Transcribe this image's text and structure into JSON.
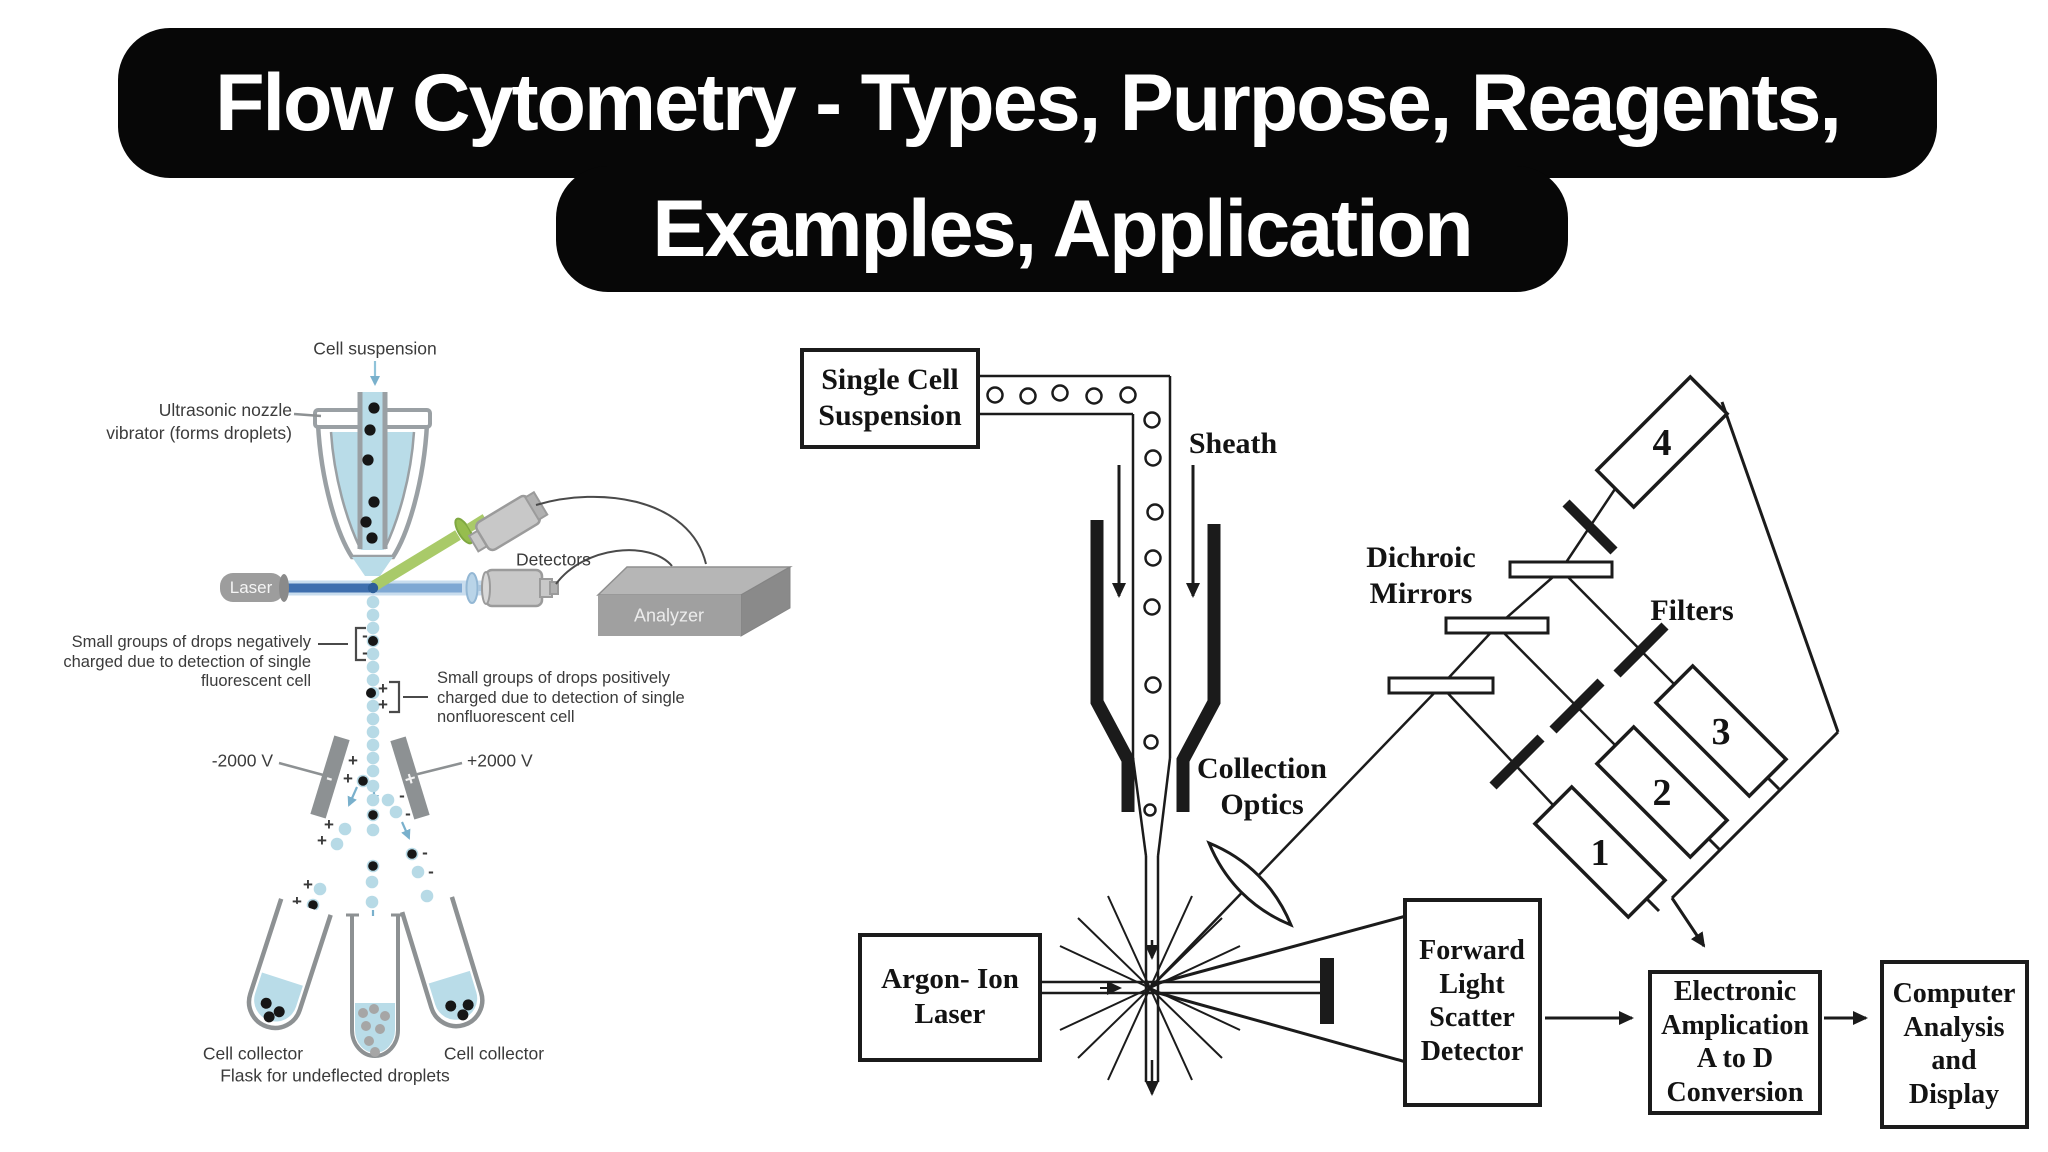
{
  "title": {
    "line1": "Flow Cytometry - Types, Purpose, Reagents,",
    "line2": "Examples, Application"
  },
  "left_diagram": {
    "labels": {
      "cell_suspension": "Cell suspension",
      "ultrasonic_line1": "Ultrasonic nozzle",
      "ultrasonic_line2": "vibrator (forms droplets)",
      "laser": "Laser",
      "detectors": "Detectors",
      "analyzer": "Analyzer",
      "negative_line1": "Small groups of drops negatively",
      "negative_line2": "charged due to detection of single",
      "negative_line3": "fluorescent cell",
      "positive_line1": "Small groups of drops positively",
      "positive_line2": "charged due to detection of single",
      "positive_line3": "nonfluorescent cell",
      "neg_voltage": "-2000 V",
      "pos_voltage": "+2000 V",
      "cell_collector_left": "Cell collector",
      "cell_collector_right": "Cell collector",
      "flask": "Flask for undeflected droplets",
      "plus": "+",
      "minus": "-"
    },
    "colors": {
      "droplet_blue": "#b7dae6",
      "laser_blue": "#3f6fae",
      "light_beam_blue": "#7fa8d3",
      "green_beam": "#a9ca69",
      "device_gray": "#9d9d9d",
      "text_gray": "#3b3b3b"
    }
  },
  "right_diagram": {
    "labels": {
      "single_cell_line1": "Single Cell",
      "single_cell_line2": "Suspension",
      "sheath": "Sheath",
      "dichroic_line1": "Dichroic",
      "dichroic_line2": "Mirrors",
      "filters": "Filters",
      "collection_line1": "Collection",
      "collection_line2": "Optics",
      "argon_line1": "Argon- Ion",
      "argon_line2": "Laser",
      "forward_line1": "Forward",
      "forward_line2": "Light",
      "forward_line3": "Scatter",
      "forward_line4": "Detector",
      "electronic_line1": "Electronic",
      "electronic_line2": "Amplication",
      "electronic_line3": "A to D",
      "electronic_line4": "Conversion",
      "computer_line1": "Computer",
      "computer_line2": "Analysis",
      "computer_line3": "and",
      "computer_line4": "Display",
      "detector_1": "1",
      "detector_2": "2",
      "detector_3": "3",
      "detector_4": "4"
    },
    "colors": {
      "ink_black": "#1b1b1b",
      "paper_white": "#ffffff"
    }
  }
}
